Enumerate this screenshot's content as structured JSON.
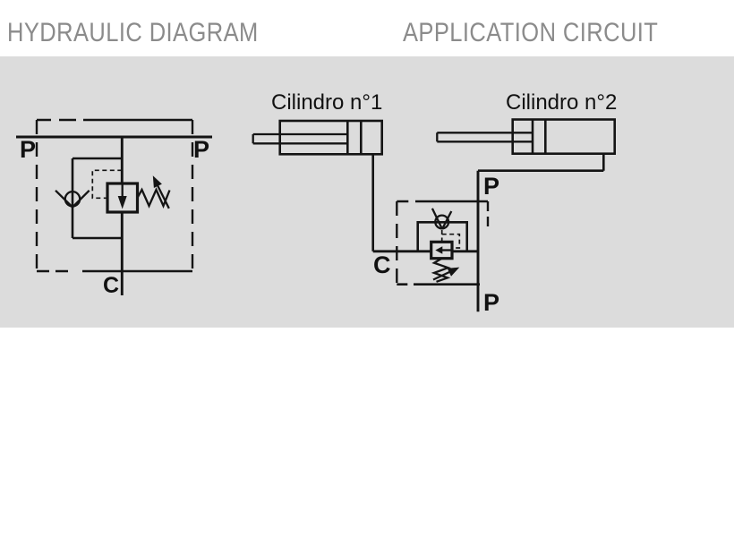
{
  "headers": {
    "left": "HYDRAULIC DIAGRAM",
    "right": "APPLICATION CIRCUIT"
  },
  "hydraulic_diagram": {
    "p_left": "P",
    "p_right": "P",
    "c": "C"
  },
  "application_circuit": {
    "cylinder1": "Cilindro n°1",
    "cylinder2": "Cilindro n°2",
    "p_top": "P",
    "p_bottom": "P",
    "c": "C"
  },
  "colors": {
    "page_bg": "#ffffff",
    "panel_bg": "#dcdcdc",
    "line": "#141414",
    "header_text": "#8b8b8b",
    "label_text": "#111111"
  }
}
